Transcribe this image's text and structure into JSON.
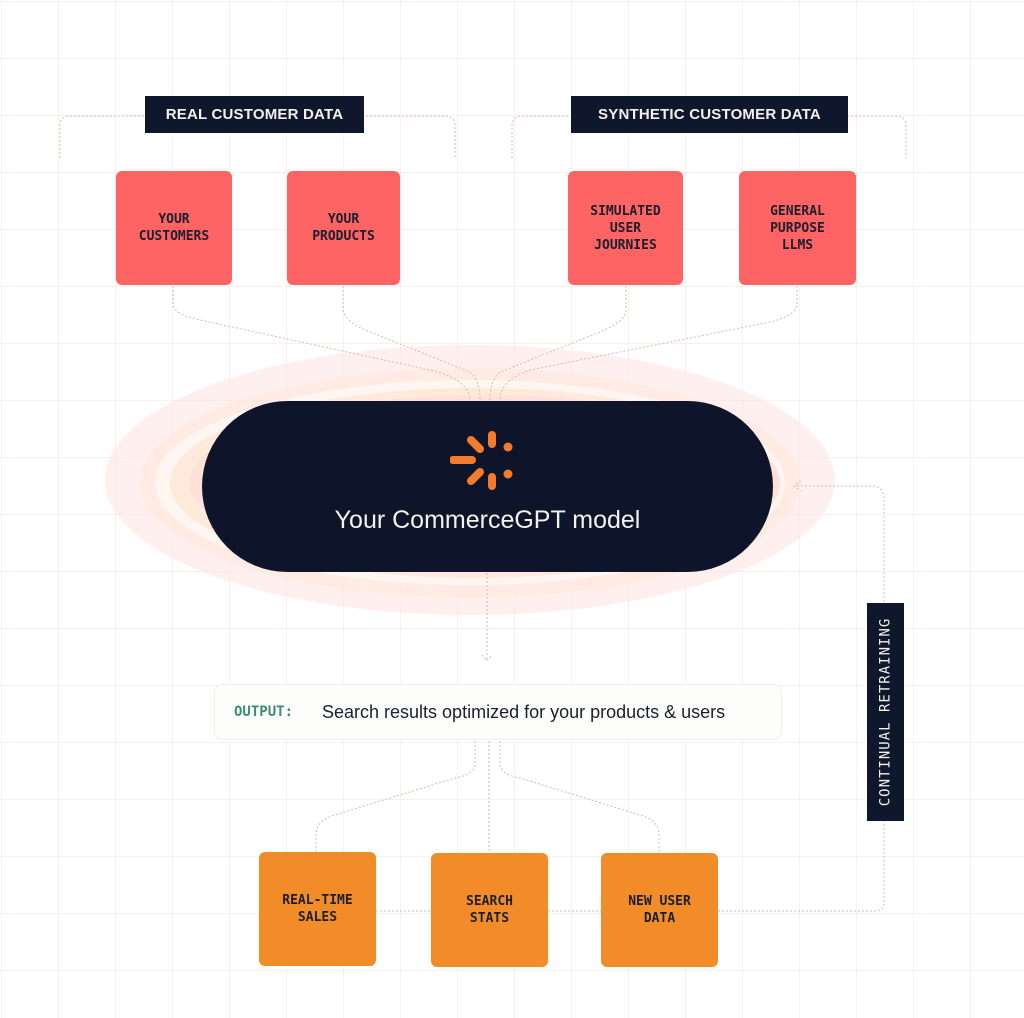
{
  "groups": {
    "real": {
      "label": "REAL CUSTOMER DATA"
    },
    "synthetic": {
      "label": "SYNTHETIC CUSTOMER DATA"
    }
  },
  "inputs": [
    {
      "label": "YOUR\nCUSTOMERS",
      "group": "real"
    },
    {
      "label": "YOUR\nPRODUCTS",
      "group": "real"
    },
    {
      "label": "SIMULATED\nUSER\nJOURNIES",
      "group": "synthetic"
    },
    {
      "label": "GENERAL\nPURPOSE\nLLMS",
      "group": "synthetic"
    }
  ],
  "model": {
    "title": "Your CommerceGPT model",
    "icon": "spinner-icon"
  },
  "output": {
    "label": "OUTPUT:",
    "text": "Search results optimized for your products & users"
  },
  "feedback": [
    {
      "label": "REAL-TIME\nSALES"
    },
    {
      "label": "SEARCH\nSTATS"
    },
    {
      "label": "NEW USER\nDATA"
    }
  ],
  "loop": {
    "label": "CONTINUAL RETRAINING"
  },
  "colors": {
    "navy": "#0e152b",
    "input_box": "#fd6463",
    "feedback_box": "#f28c28",
    "accent_orange": "#f47a2c",
    "output_label": "#3c8e6d"
  }
}
